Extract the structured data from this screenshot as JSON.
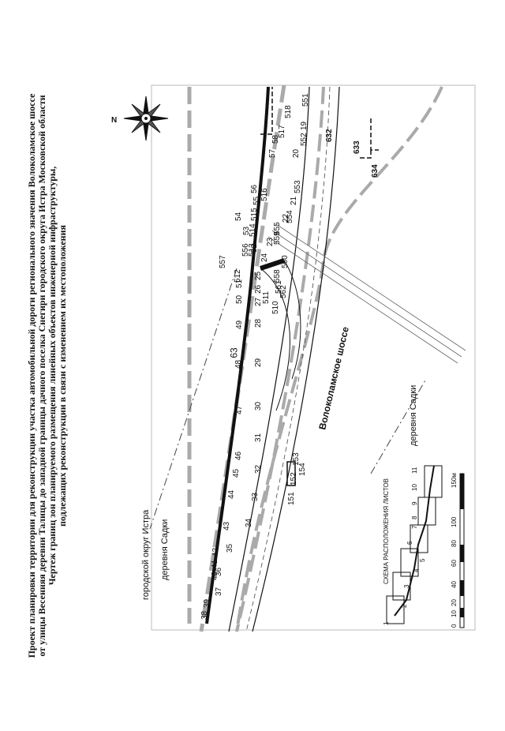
{
  "page_number": "63",
  "title_lines": [
    "Проект планировки территории для реконструкции участка автомобильной дороги регионального значения Волоколамское шоссе",
    "от улицы Весенняя деревни Талицы до западной границы дачного поселка Снегири городского округа Истра Московской области",
    "Чертеж границ зон планируемого размещения линейных объектов инженерной инфраструктуры,",
    "подлежащих реконструкции в связи с изменением их местоположения"
  ],
  "compass_label": "N",
  "road_name": "Волоколамское шоссе",
  "place_labels": {
    "village_left": "деревня Садки",
    "district": "городской округ Истра",
    "village_right": "деревня Садки"
  },
  "scheme_title": "СХЕМА РАСПОЛОЖЕНИЯ ЛИСТОВ",
  "scheme_sheets": [
    "1",
    "2",
    "3",
    "4",
    "5",
    "6",
    "7",
    "8",
    "9",
    "10",
    "11"
  ],
  "scale_labels": [
    "0",
    "10",
    "20",
    "40",
    "60",
    "80",
    "100",
    "150м"
  ],
  "point_labels_upper": [
    "39",
    "40",
    "41",
    "42",
    "43",
    "44",
    "45",
    "46",
    "47",
    "48",
    "49",
    "50",
    "51",
    "52",
    "53",
    "54",
    "55",
    "56",
    "57",
    "58",
    "513",
    "514",
    "515",
    "516",
    "517",
    "518",
    "512",
    "556",
    "557"
  ],
  "point_labels_lower": [
    "38",
    "37",
    "36",
    "35",
    "34",
    "33",
    "32",
    "31",
    "30",
    "29",
    "28",
    "27",
    "26",
    "25",
    "24",
    "23",
    "22",
    "21",
    "20",
    "19",
    "511",
    "510",
    "562",
    "558",
    "559",
    "560",
    "561",
    "553",
    "554",
    "555",
    "552",
    "551",
    "151",
    "152",
    "153",
    "154"
  ],
  "aux_labels": [
    "632",
    "633",
    "634"
  ],
  "colors": {
    "line": "#111111",
    "gray_band": "#9a9a9a",
    "dash": "#444444"
  }
}
